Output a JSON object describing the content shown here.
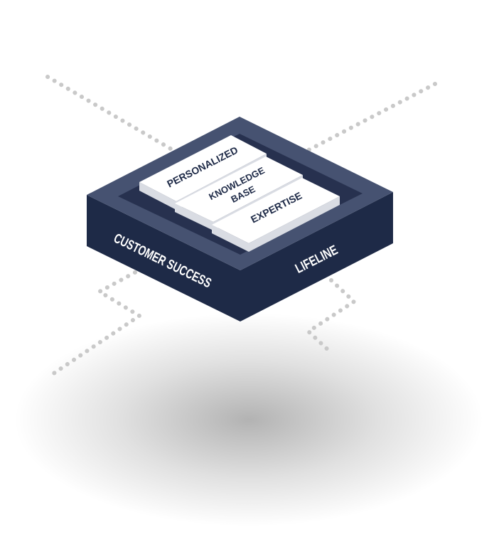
{
  "box": {
    "side_left_label": "CUSTOMER SUCCESS",
    "side_right_label": "LIFELINE"
  },
  "layers": [
    {
      "lines": [
        "PERSONALIZED"
      ]
    },
    {
      "lines": [
        "KNOWLEDGE",
        "BASE"
      ]
    },
    {
      "lines": [
        "EXPERTISE"
      ]
    }
  ],
  "colors": {
    "navy_dark": "#1e2a47",
    "navy_top": "#465271",
    "navy_inner": "#27314f",
    "layer_face": "#ffffff",
    "layer_side": "#d9dce3",
    "dots": "#c9c9c9",
    "label_on_navy": "#ffffff",
    "label_on_white": "#1e2a47"
  }
}
